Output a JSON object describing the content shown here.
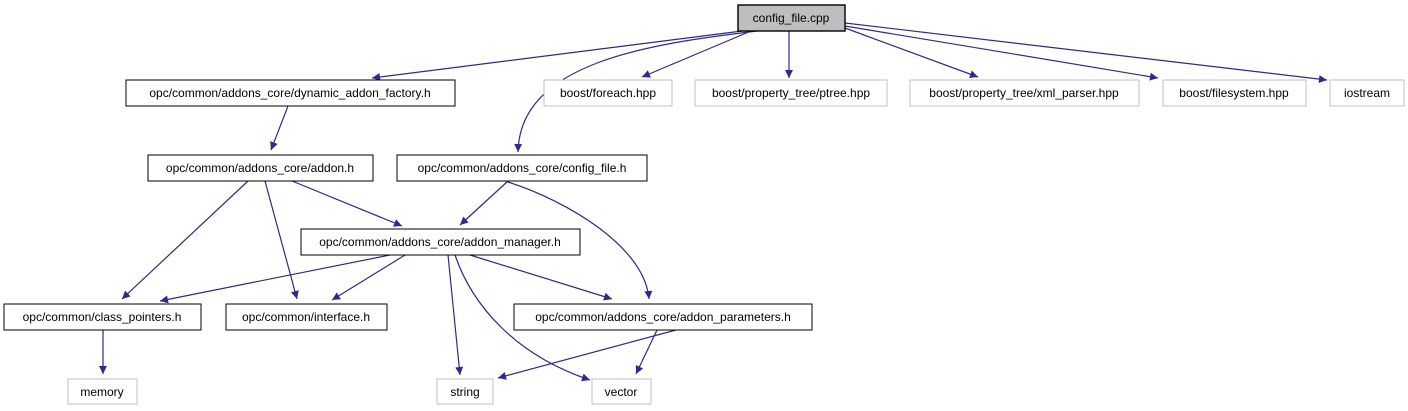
{
  "diagram": {
    "type": "include-dependency-graph",
    "root": "config_file.cpp",
    "nodes": [
      {
        "id": "config_file_cpp",
        "label": "config_file.cpp",
        "kind": "source"
      },
      {
        "id": "dynamic_addon_factory_h",
        "label": "opc/common/addons_core/dynamic_addon_factory.h",
        "kind": "project-header"
      },
      {
        "id": "boost_foreach_hpp",
        "label": "boost/foreach.hpp",
        "kind": "system-header"
      },
      {
        "id": "boost_ptree_hpp",
        "label": "boost/property_tree/ptree.hpp",
        "kind": "system-header"
      },
      {
        "id": "boost_xml_parser_hpp",
        "label": "boost/property_tree/xml_parser.hpp",
        "kind": "system-header"
      },
      {
        "id": "boost_filesystem_hpp",
        "label": "boost/filesystem.hpp",
        "kind": "system-header"
      },
      {
        "id": "iostream",
        "label": "iostream",
        "kind": "system-header"
      },
      {
        "id": "addon_h",
        "label": "opc/common/addons_core/addon.h",
        "kind": "project-header"
      },
      {
        "id": "config_file_h",
        "label": "opc/common/addons_core/config_file.h",
        "kind": "project-header"
      },
      {
        "id": "addon_manager_h",
        "label": "opc/common/addons_core/addon_manager.h",
        "kind": "project-header"
      },
      {
        "id": "class_pointers_h",
        "label": "opc/common/class_pointers.h",
        "kind": "project-header"
      },
      {
        "id": "interface_h",
        "label": "opc/common/interface.h",
        "kind": "project-header"
      },
      {
        "id": "addon_parameters_h",
        "label": "opc/common/addons_core/addon_parameters.h",
        "kind": "project-header"
      },
      {
        "id": "memory",
        "label": "memory",
        "kind": "system-header"
      },
      {
        "id": "string",
        "label": "string",
        "kind": "system-header"
      },
      {
        "id": "vector",
        "label": "vector",
        "kind": "system-header"
      }
    ],
    "edges": [
      {
        "from": "config_file_cpp",
        "to": "dynamic_addon_factory_h"
      },
      {
        "from": "config_file_cpp",
        "to": "config_file_h"
      },
      {
        "from": "config_file_cpp",
        "to": "boost_foreach_hpp"
      },
      {
        "from": "config_file_cpp",
        "to": "boost_ptree_hpp"
      },
      {
        "from": "config_file_cpp",
        "to": "boost_xml_parser_hpp"
      },
      {
        "from": "config_file_cpp",
        "to": "boost_filesystem_hpp"
      },
      {
        "from": "config_file_cpp",
        "to": "iostream"
      },
      {
        "from": "dynamic_addon_factory_h",
        "to": "addon_h"
      },
      {
        "from": "addon_h",
        "to": "class_pointers_h"
      },
      {
        "from": "addon_h",
        "to": "interface_h"
      },
      {
        "from": "addon_h",
        "to": "addon_manager_h"
      },
      {
        "from": "config_file_h",
        "to": "addon_manager_h"
      },
      {
        "from": "config_file_h",
        "to": "addon_parameters_h"
      },
      {
        "from": "addon_manager_h",
        "to": "class_pointers_h"
      },
      {
        "from": "addon_manager_h",
        "to": "interface_h"
      },
      {
        "from": "addon_manager_h",
        "to": "string"
      },
      {
        "from": "addon_manager_h",
        "to": "vector"
      },
      {
        "from": "addon_manager_h",
        "to": "addon_parameters_h"
      },
      {
        "from": "addon_parameters_h",
        "to": "string"
      },
      {
        "from": "addon_parameters_h",
        "to": "vector"
      },
      {
        "from": "class_pointers_h",
        "to": "memory"
      }
    ]
  },
  "colors": {
    "background": "#ffffff",
    "edge": "#2b2b8a",
    "project_node_border": "#000000",
    "system_node_border": "#c0c0c0",
    "root_node_fill": "#bebebe",
    "node_fill": "#ffffff",
    "text": "#000000"
  }
}
